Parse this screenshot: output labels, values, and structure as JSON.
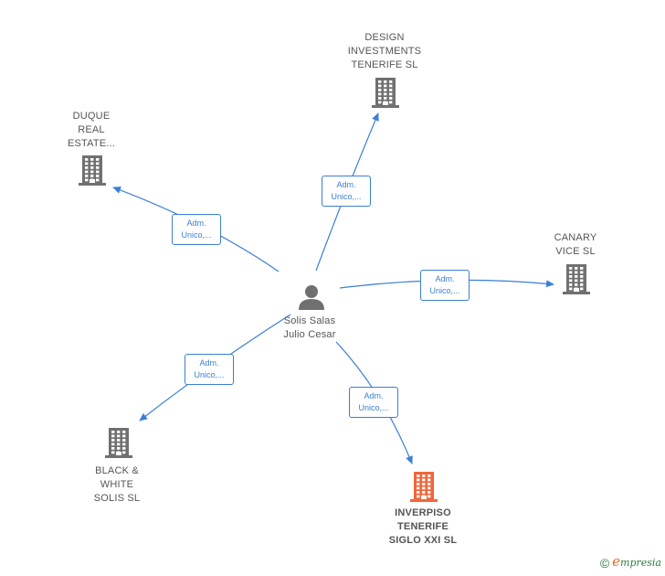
{
  "person": {
    "name": "Solis Salas\nJulio Cesar",
    "icon": "person-icon"
  },
  "companies": [
    {
      "id": "design",
      "name": "DESIGN\nINVESTMENTS\nTENERIFE  SL",
      "icon": "building-icon",
      "color": "#707070"
    },
    {
      "id": "duque",
      "name": "DUQUE\nREAL\nESTATE...",
      "icon": "building-icon",
      "color": "#707070"
    },
    {
      "id": "canary",
      "name": "CANARY\nVICE  SL",
      "icon": "building-icon",
      "color": "#707070"
    },
    {
      "id": "black",
      "name": "BLACK &\nWHITE\nSOLIS SL",
      "icon": "building-icon",
      "color": "#707070"
    },
    {
      "id": "inverpiso",
      "name": "INVERPISO\nTENERIFE\nSIGLO XXI  SL",
      "icon": "building-icon",
      "color": "#f0673a"
    }
  ],
  "relations": [
    {
      "to": "design",
      "label": "Adm.\nUnico,..."
    },
    {
      "to": "duque",
      "label": "Adm.\nUnico,..."
    },
    {
      "to": "canary",
      "label": "Adm.\nUnico,..."
    },
    {
      "to": "black",
      "label": "Adm.\nUnico,..."
    },
    {
      "to": "inverpiso",
      "label": "Adm.\nUnico,..."
    }
  ],
  "colors": {
    "edge": "#3b7fd6",
    "building": "#707070",
    "highlight": "#f0673a",
    "person": "#707070"
  },
  "footer": {
    "copyright": "©",
    "brand_first": "e",
    "brand_rest": "mpresia"
  }
}
